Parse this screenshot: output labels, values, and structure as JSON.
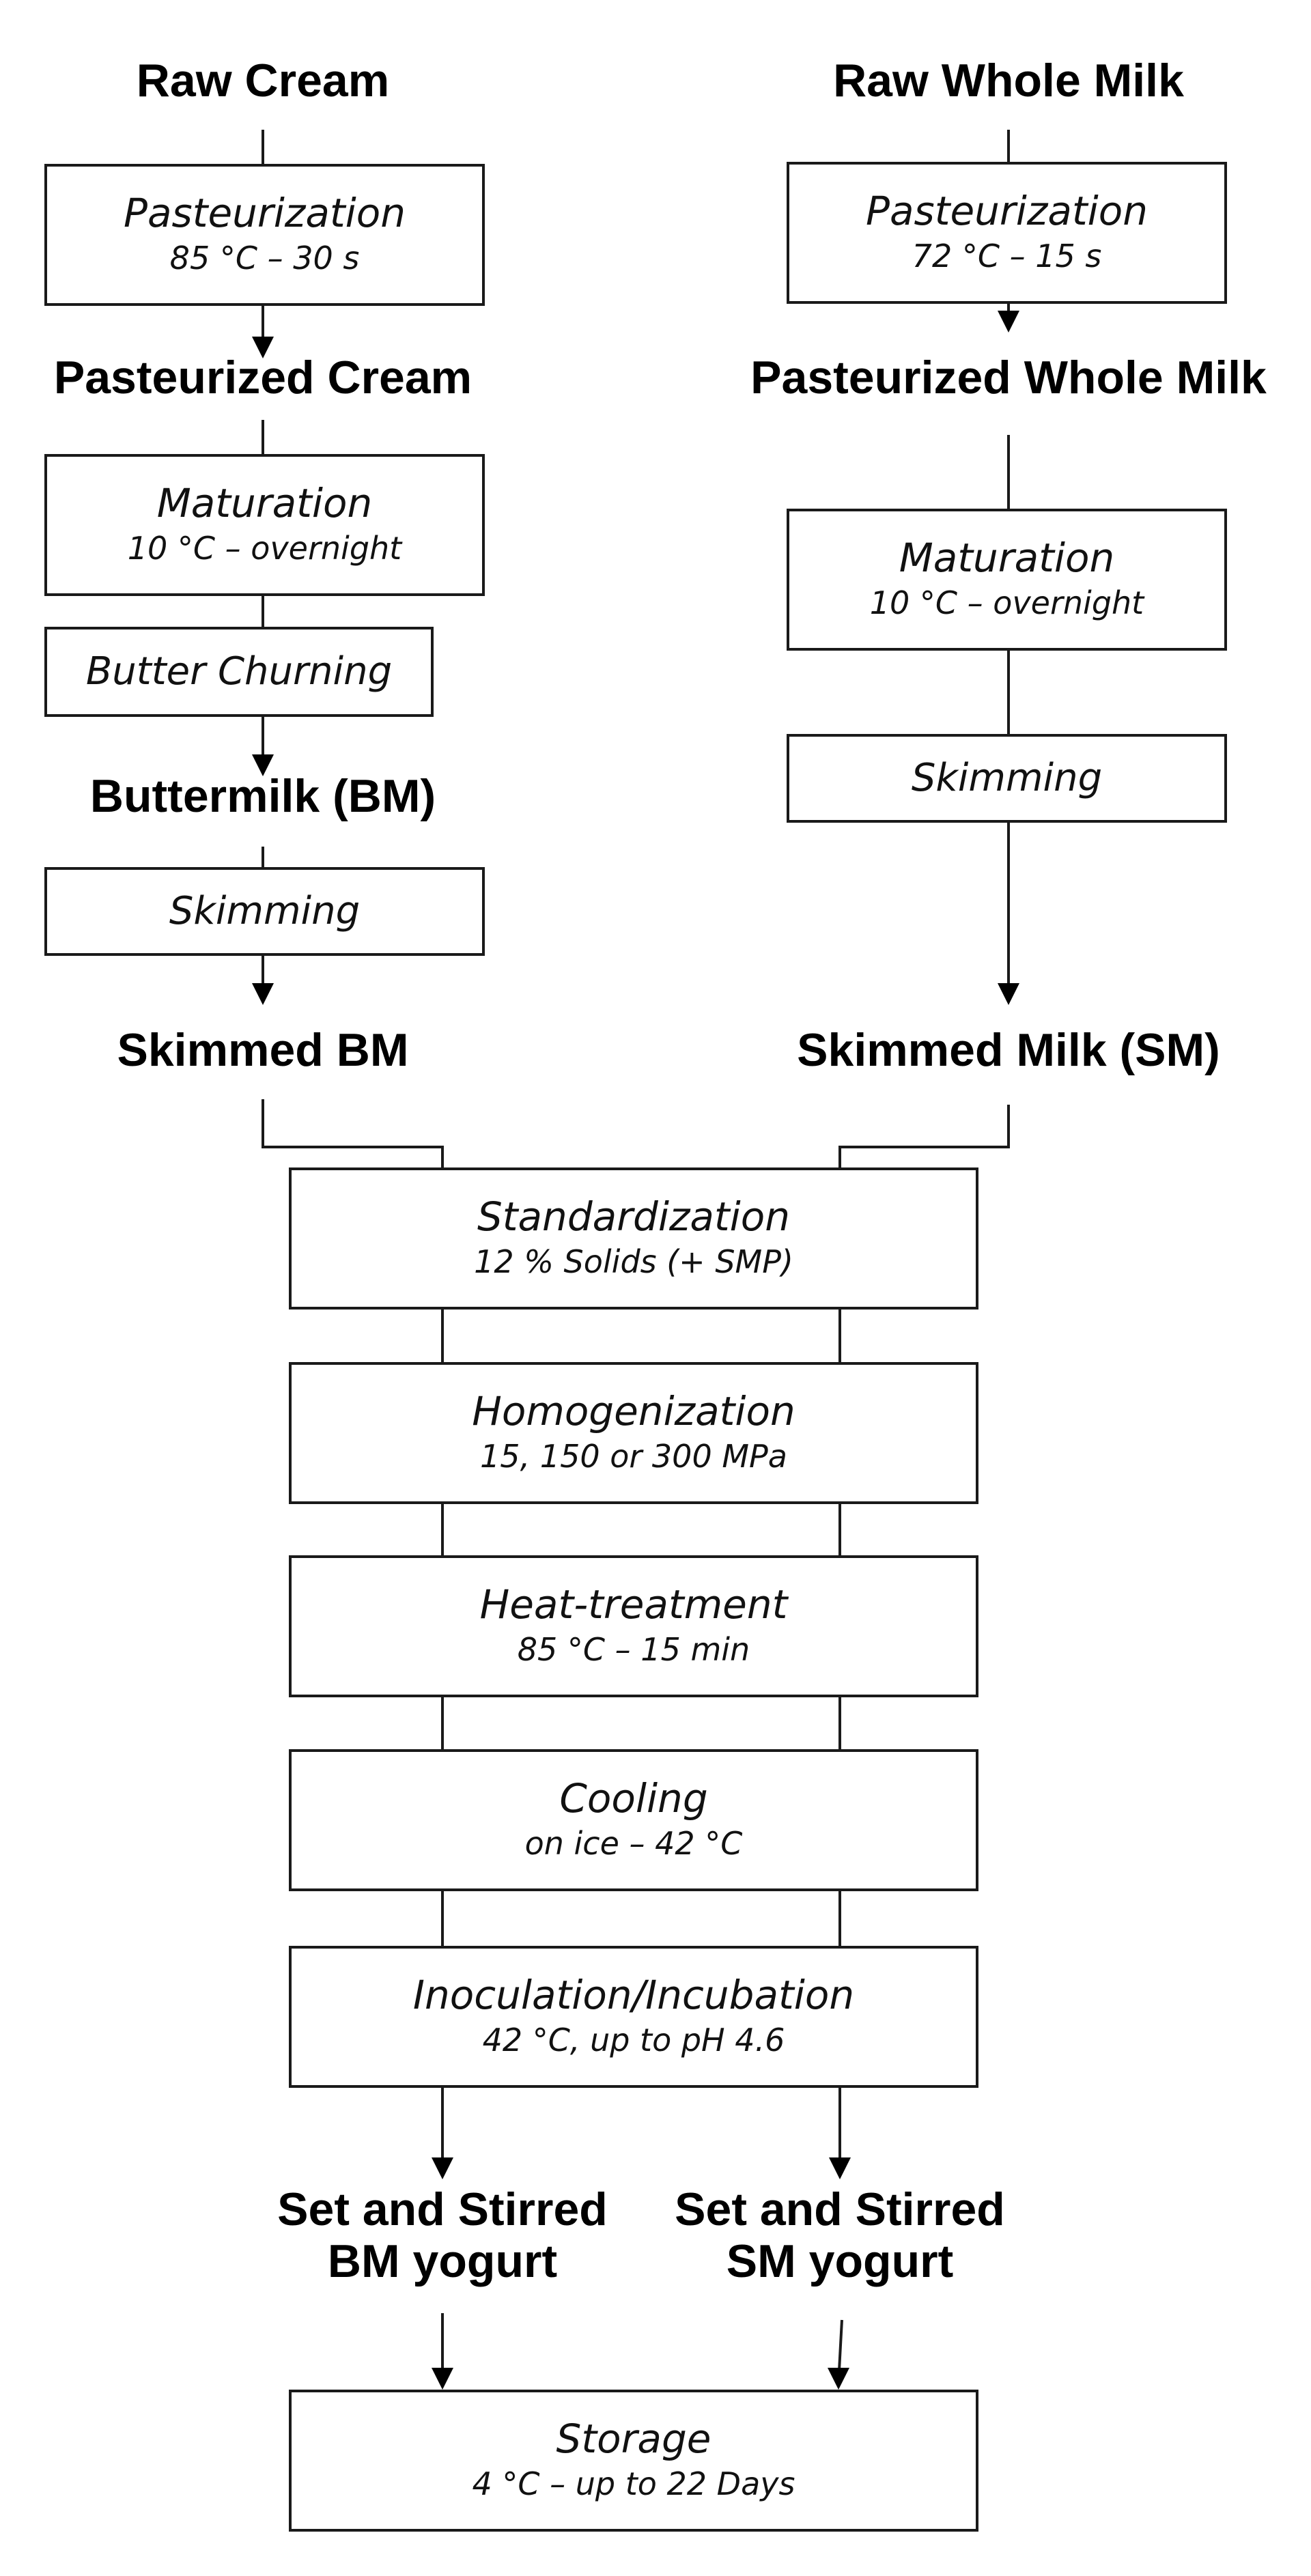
{
  "left_column": {
    "raw": "Raw Cream",
    "pasteurization": {
      "title": "Pasteurization",
      "detail": "85 °C – 30 s"
    },
    "pasteurized": "Pasteurized Cream",
    "maturation": {
      "title": "Maturation",
      "detail": "10 °C – overnight"
    },
    "churning": "Butter Churning",
    "buttermilk": "Buttermilk (BM)",
    "skimming": "Skimming",
    "skimmed": "Skimmed BM"
  },
  "right_column": {
    "raw": "Raw Whole Milk",
    "pasteurization": {
      "title": "Pasteurization",
      "detail": "72 °C – 15 s"
    },
    "pasteurized": "Pasteurized Whole Milk",
    "maturation": {
      "title": "Maturation",
      "detail": "10 °C – overnight"
    },
    "skimming": "Skimming",
    "skimmed": "Skimmed Milk (SM)"
  },
  "shared_steps": {
    "standardization": {
      "title": "Standardization",
      "detail": "12 % Solids (+ SMP)"
    },
    "homogenization": {
      "title": "Homogenization",
      "detail": "15, 150 or 300 MPa"
    },
    "heat_treatment": {
      "title": "Heat-treatment",
      "detail": "85 °C – 15 min"
    },
    "cooling": {
      "title": "Cooling",
      "detail": "on ice – 42 °C"
    },
    "inoculation": {
      "title": "Inoculation/Incubation",
      "detail": "42 °C, up to pH 4.6"
    }
  },
  "products": {
    "bm_line1": "Set and Stirred",
    "bm_line2": "BM yogurt",
    "sm_line1": "Set and Stirred",
    "sm_line2": "SM yogurt"
  },
  "storage": {
    "title": "Storage",
    "detail": "4 °C – up to 22 Days"
  }
}
